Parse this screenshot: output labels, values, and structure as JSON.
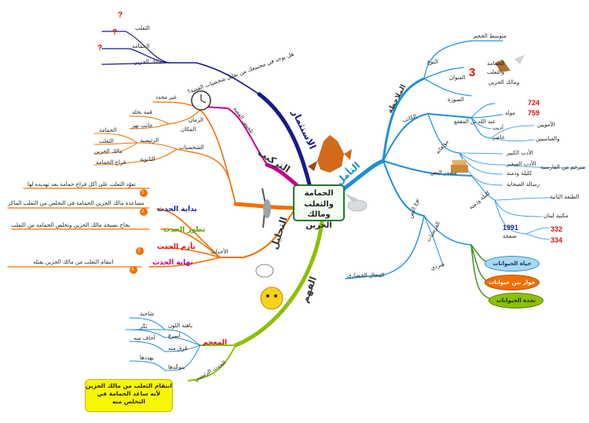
{
  "center": {
    "line1": "الحمامة",
    "line2": "والثعلب ومالك",
    "line3": "الحزين"
  },
  "branches": {
    "taamol": "التأمل",
    "istithmar": "الاستثمار",
    "tarkib": "التركيب",
    "tahlil": "التحليل",
    "fahm": "الفهم"
  },
  "taamol": {
    "mulahaza": "الملاحظة",
    "naw": "النوع",
    "unwan": "العنوان",
    "unwan_count": "3",
    "sura": "الصورة",
    "mutawassit": "متوسط الحجم",
    "hamama": "الحمامة",
    "thalab": "والثعلب",
    "malik": "ومالك الحزين",
    "katib": "الكاتب",
    "ibn_muqaffa": "عبد الله بن المقفع",
    "mawlid": "مولد",
    "year1": "724",
    "year2": "759",
    "adib": "أديب",
    "asir": "عاصر",
    "umawiyyin": "الأمويين",
    "abbasiyyin": "والعباسيين",
    "muallafatuh": "مؤلفاته",
    "adab_kabir": "الأدب الكبير",
    "adab_saghir": "الأدب الصغير",
    "kalila": "كليلة ودمنة",
    "risala": "رسالة الصحابة",
    "mutarjam": "مترجم من الفارسية",
    "masdar": "مصدر النص",
    "kalila2": "كليلة ودمنة",
    "tabaa": "الطبعة الثانية",
    "maktaba": "مكتبة لبنان",
    "year3": "1991",
    "safha": "صفحة",
    "page1": "332",
    "page2": "334",
    "naw_nass": "نوع النص",
    "faradiyat": "الفرضيات",
    "sardi": "سردي",
    "majal": "المجال الحضاري",
    "ovals": [
      "حياة الحيوانات",
      "حوار بين حيوانات",
      "نجدة الحيوانات"
    ]
  },
  "istithmar": {
    "question": "هل يوجد في مجتمعك من يقابل شخصيات القصة؟",
    "items": [
      "الثعلب",
      "الحمامة",
      "مالك الحزين"
    ],
    "mark": "?"
  },
  "tarkib": {
    "talkhis": "تلخيص القصة",
    "zaman": "الزمان",
    "zaman_val": "غير محدد",
    "makan": "المكان",
    "makan_v1": "قمة نخلة",
    "makan_v2": "جانب نهر",
    "shakhsiyat": "الشخصيات",
    "raisiyya": "الرئيسية",
    "r_items": [
      "الحمامة",
      "الثعلب",
      "مالك الحزين"
    ],
    "thanawiyya": "الثانوية",
    "t_items": [
      "فراخ الحمامة"
    ]
  },
  "tahlil": {
    "ahdath": "الأحداث",
    "e1": "بداية الحدث",
    "e1_text": "تعوّد الثعلب على أكل فراخ حمامة بعد تهديده لها",
    "e2": "تطور الحدث",
    "e2_text": "مساعدة مالك الحزين الحمامة في التخلص من الثعلب الماكر",
    "e3": "تأزم الحدث",
    "e3_text": "نجاح نصيحة مالك الحزين وتخلص الحمامة من الثعلب",
    "e4": "نهاية الحدث",
    "e4_text": "انتقام الثعلب من مالك الحزين بقتله",
    "nums": [
      "1",
      "2",
      "3",
      "4"
    ]
  },
  "fahm": {
    "mujam": "المعجم",
    "w1": "شاحبة",
    "m1": "باهتة اللون",
    "w2": "بَكَر",
    "m2": "أسرع",
    "w3": "أخاف منه",
    "m3": "فَرِق منه",
    "w4": "يهددها",
    "m4": "يتوعّدها",
    "hadath": "الحدث الرئيسي",
    "note": "انتقام الثعلب من مالك الحزين لأنه ساعد الحمامة في التخلص منه"
  },
  "colors": {
    "blue": "#1e8fd6",
    "navy": "#1a1a8a",
    "magenta": "#c0008a",
    "orange": "#f07000",
    "green": "#8cc000",
    "red": "#e01010"
  }
}
